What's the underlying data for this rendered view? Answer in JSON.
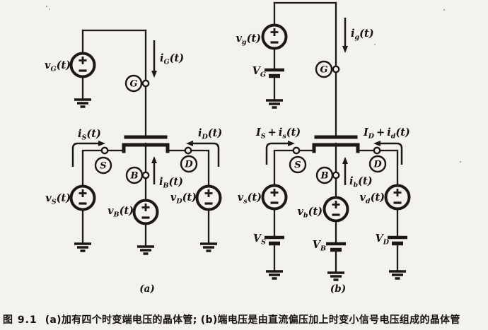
{
  "colors": {
    "paper": "#f3f2ed",
    "ink": "#1b1815"
  },
  "caption": {
    "figure_no": "图 9.1",
    "text": "(a)加有四个时变端电压的晶体管; (b)端电压是由直流偏压加上时变小信号电压组成的晶体管"
  },
  "circuit_a": {
    "sublabel": "(a)",
    "terminals": {
      "gate": "G",
      "source": "S",
      "body": "B",
      "drain": "D"
    },
    "labels": {
      "v_G": {
        "sym": "v",
        "sub": "G",
        "arg": "(t)"
      },
      "v_S": {
        "sym": "v",
        "sub": "S",
        "arg": "(t)"
      },
      "v_B": {
        "sym": "v",
        "sub": "B",
        "arg": "(t)"
      },
      "v_D": {
        "sym": "v",
        "sub": "D",
        "arg": "(t)"
      },
      "i_G": {
        "sym": "i",
        "sub": "G",
        "arg": "(t)"
      },
      "i_S": {
        "sym": "i",
        "sub": "S",
        "arg": "(t)"
      },
      "i_B": {
        "sym": "i",
        "sub": "B",
        "arg": "(t)"
      },
      "i_D": {
        "sym": "i",
        "sub": "D",
        "arg": "(t)"
      }
    }
  },
  "circuit_b": {
    "sublabel": "(b)",
    "terminals": {
      "gate": "G",
      "source": "S",
      "body": "B",
      "drain": "D"
    },
    "labels": {
      "v_g": {
        "sym": "v",
        "sub": "g",
        "arg": "(t)"
      },
      "v_s": {
        "sym": "v",
        "sub": "s",
        "arg": "(t)"
      },
      "v_b": {
        "sym": "v",
        "sub": "b",
        "arg": "(t)"
      },
      "v_d": {
        "sym": "v",
        "sub": "d",
        "arg": "(t)"
      },
      "V_G": {
        "sym": "V",
        "sub": "G"
      },
      "V_S": {
        "sym": "V",
        "sub": "S"
      },
      "V_B": {
        "sym": "V",
        "sub": "B"
      },
      "V_D": {
        "sym": "V",
        "sub": "D"
      },
      "i_g": {
        "sym": "i",
        "sub": "g",
        "arg": "(t)"
      },
      "i_b": {
        "sym": "i",
        "sub": "b",
        "arg": "(t)"
      },
      "I_S_total": {
        "dc_sym": "I",
        "dc_sub": "S",
        "plus": "+",
        "ac_sym": "i",
        "ac_sub": "s",
        "arg": "(t)"
      },
      "I_D_total": {
        "dc_sym": "I",
        "dc_sub": "D",
        "plus": "+",
        "ac_sym": "i",
        "ac_sub": "d",
        "arg": "(t)"
      }
    }
  }
}
